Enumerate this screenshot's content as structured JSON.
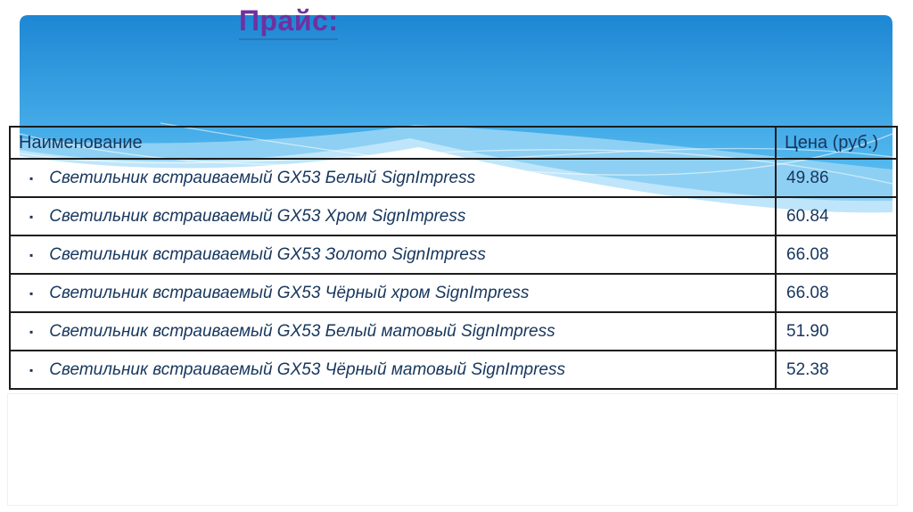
{
  "slide": {
    "title": "Прайс:"
  },
  "table": {
    "columns": [
      {
        "label": "Наименование"
      },
      {
        "label": "Цена (руб.)"
      }
    ],
    "bullet_glyph": "▪",
    "rows": [
      {
        "name": "Светильник встраиваемый GX53 Белый SignImpress",
        "price": "49.86"
      },
      {
        "name": "Светильник встраиваемый GX53 Хром SignImpress",
        "price": "60.84"
      },
      {
        "name": "Светильник встраиваемый GX53 Золото SignImpress",
        "price": "66.08"
      },
      {
        "name": "Светильник встраиваемый GX53 Чёрный хром SignImpress",
        "price": "66.08"
      },
      {
        "name": "Светильник встраиваемый GX53 Белый матовый SignImpress",
        "price": "51.90"
      },
      {
        "name": "Светильник встраиваемый GX53 Чёрный матовый SignImpress",
        "price": "52.38"
      }
    ]
  },
  "colors": {
    "title": "#7030a0",
    "title_underline": "#2e75b6",
    "text": "#17365d",
    "table_border": "#1c1c1c",
    "header_blue_top": "#1d87d4",
    "header_blue_bottom": "#54b9ef",
    "wave_mid": "#8ed0f3",
    "wave_light": "#bfe5fa"
  }
}
